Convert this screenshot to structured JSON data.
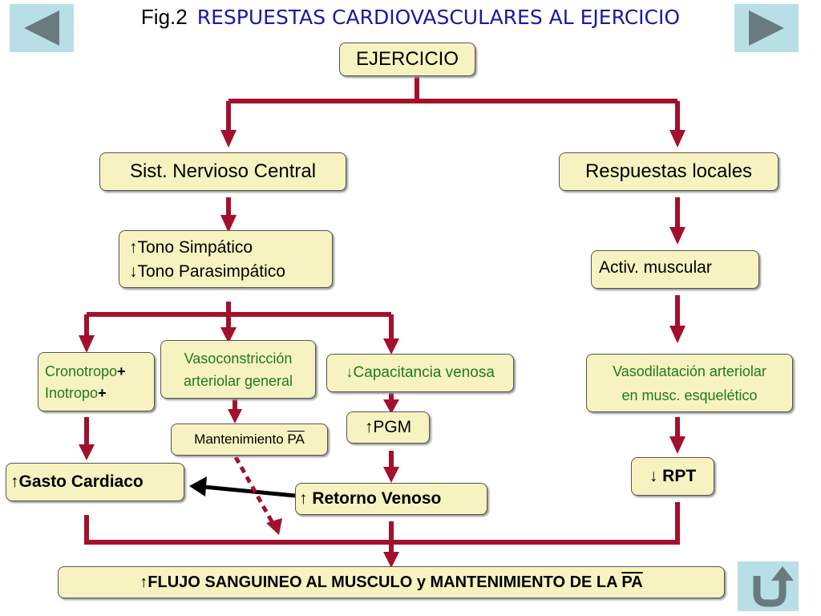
{
  "title": {
    "fig": "Fig.2",
    "main": "RESPUESTAS CARDIOVASCULARES AL EJERCICIO"
  },
  "nodes": {
    "ejercicio": "EJERCICIO",
    "snc": "Sist. Nervioso Central",
    "locales": "Respuestas locales",
    "tono": {
      "line1": "↑Tono Simpático",
      "line2": "↓Tono Parasimpático"
    },
    "activ": "Activ. muscular",
    "crono": {
      "line1_text": "Cronotropo",
      "line1_sign": "+",
      "line2_text": "Inotropo",
      "line2_sign": "+"
    },
    "vasocons": {
      "line1": "Vasoconstricción",
      "line2": "arteriolar general"
    },
    "capac": "↓Capacitancia venosa",
    "vasodil": {
      "line1": "Vasodilatación arteriolar",
      "line2": "en musc. esquelético"
    },
    "mant": {
      "text": "Mantenimiento ",
      "pa": "PA"
    },
    "pgm": "↑PGM",
    "gasto": "↑Gasto Cardiaco",
    "retorno": "↑ Retorno Venoso",
    "rpt": "↓ RPT",
    "flujo": {
      "text": "↑FLUJO SANGUINEO AL MUSCULO y MANTENIMIENTO DE LA ",
      "pa": "PA"
    }
  },
  "nav": {
    "prev_icon": "triangle-left-icon",
    "next_icon": "triangle-right-icon",
    "return_icon": "u-turn-arrow-icon"
  },
  "colors": {
    "arrow": "#a3102b",
    "box_fill": "#f7f3c0",
    "green_text": "#1e7a1e",
    "title_blue": "#1a1aa0",
    "nav_bg": "#b8dfe6",
    "nav_icon": "#6a7b80"
  }
}
